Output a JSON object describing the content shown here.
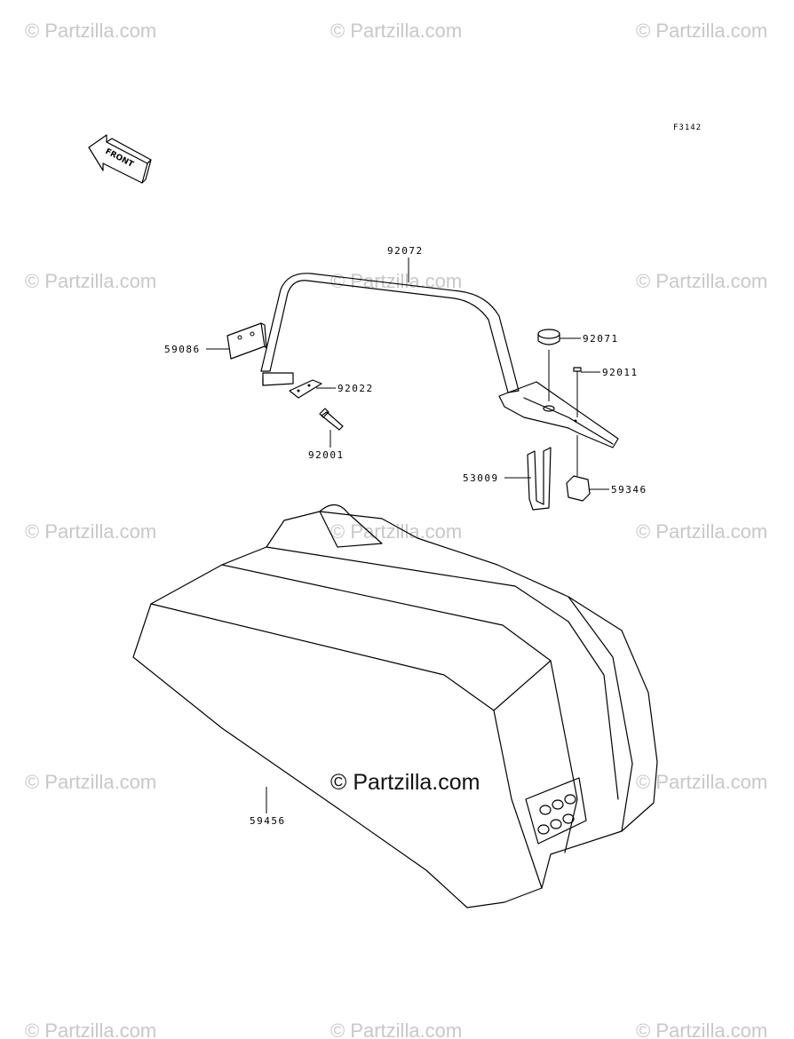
{
  "figure_id": "F3142",
  "front_label": "FRONT",
  "watermark": "© Partzilla.com",
  "center_watermark": "© Partzilla.com",
  "parts": {
    "p92072": "92072",
    "p59086": "59086",
    "p92022": "92022",
    "p92001": "92001",
    "p92071": "92071",
    "p92011": "92011",
    "p53009": "53009",
    "p59346": "59346",
    "p59456": "59456"
  }
}
